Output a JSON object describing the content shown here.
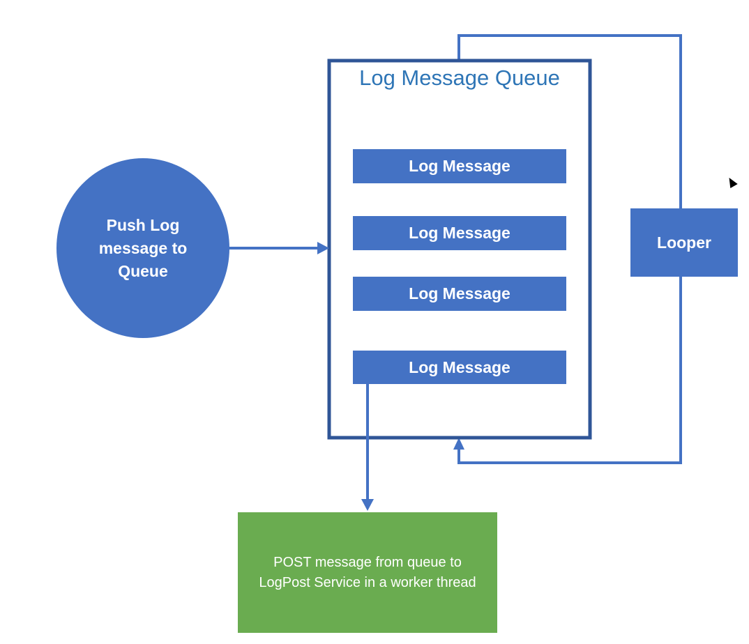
{
  "diagram": {
    "queue_title": "Log Message Queue",
    "messages": [
      "Log Message",
      "Log Message",
      "Log Message",
      "Log Message"
    ],
    "producer_label": "Push Log\nmessage to\nQueue",
    "looper_label": "Looper",
    "consumer_label": "POST message from queue to\nLogPost Service in a worker thread"
  },
  "colors": {
    "node_blue": "#4472c4",
    "queue_border": "#2f5597",
    "title_blue": "#2e75b6",
    "consumer_green": "#6aac50",
    "connector": "#4472c4"
  },
  "icons": {
    "cursor": "mouse-pointer-icon"
  }
}
